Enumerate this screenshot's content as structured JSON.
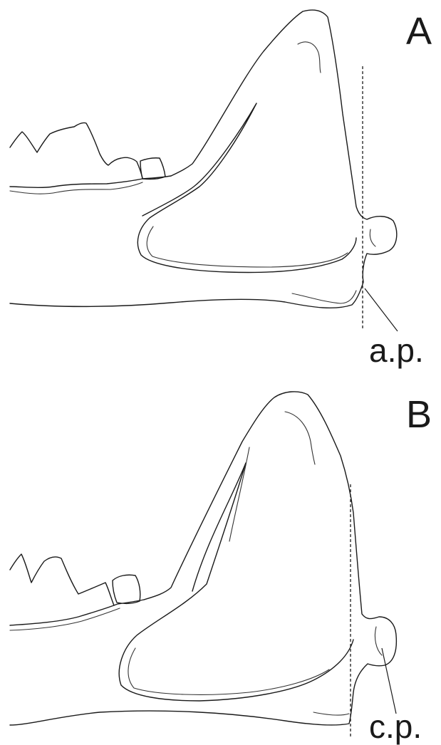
{
  "panels": [
    {
      "id": "A",
      "letter": "A",
      "label": "a.p."
    },
    {
      "id": "B",
      "letter": "B",
      "label": "c.p."
    }
  ],
  "style": {
    "line_color": "#1a1a1a",
    "background": "#ffffff"
  }
}
